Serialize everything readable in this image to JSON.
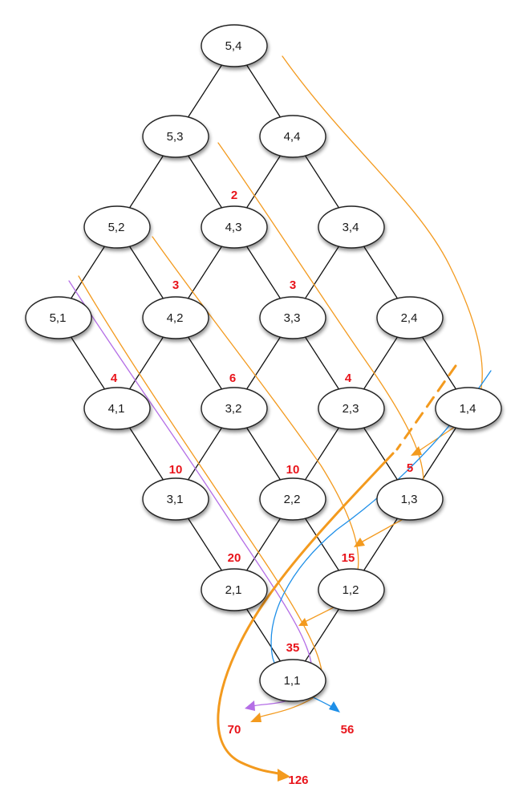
{
  "nodes": [
    {
      "id": "5,4",
      "label": "5,4"
    },
    {
      "id": "5,3",
      "label": "5,3"
    },
    {
      "id": "4,4",
      "label": "4,4"
    },
    {
      "id": "5,2",
      "label": "5,2"
    },
    {
      "id": "4,3",
      "label": "4,3"
    },
    {
      "id": "3,4",
      "label": "3,4"
    },
    {
      "id": "5,1",
      "label": "5,1"
    },
    {
      "id": "4,2",
      "label": "4,2"
    },
    {
      "id": "3,3",
      "label": "3,3"
    },
    {
      "id": "2,4",
      "label": "2,4"
    },
    {
      "id": "4,1",
      "label": "4,1"
    },
    {
      "id": "3,2",
      "label": "3,2"
    },
    {
      "id": "2,3",
      "label": "2,3"
    },
    {
      "id": "1,4",
      "label": "1,4"
    },
    {
      "id": "3,1",
      "label": "3,1"
    },
    {
      "id": "2,2",
      "label": "2,2"
    },
    {
      "id": "1,3",
      "label": "1,3"
    },
    {
      "id": "2,1",
      "label": "2,1"
    },
    {
      "id": "1,2",
      "label": "1,2"
    },
    {
      "id": "1,1",
      "label": "1,1"
    }
  ],
  "edges": [
    [
      "5,4",
      "5,3"
    ],
    [
      "5,4",
      "4,4"
    ],
    [
      "5,3",
      "5,2"
    ],
    [
      "5,3",
      "4,3"
    ],
    [
      "4,4",
      "4,3"
    ],
    [
      "4,4",
      "3,4"
    ],
    [
      "5,2",
      "5,1"
    ],
    [
      "5,2",
      "4,2"
    ],
    [
      "4,3",
      "4,2"
    ],
    [
      "4,3",
      "3,3"
    ],
    [
      "3,4",
      "3,3"
    ],
    [
      "3,4",
      "2,4"
    ],
    [
      "5,1",
      "4,1"
    ],
    [
      "4,2",
      "4,1"
    ],
    [
      "4,2",
      "3,2"
    ],
    [
      "3,3",
      "3,2"
    ],
    [
      "3,3",
      "2,3"
    ],
    [
      "2,4",
      "2,3"
    ],
    [
      "2,4",
      "1,4"
    ],
    [
      "4,1",
      "3,1"
    ],
    [
      "3,2",
      "3,1"
    ],
    [
      "3,2",
      "2,2"
    ],
    [
      "2,3",
      "2,2"
    ],
    [
      "2,3",
      "1,3"
    ],
    [
      "1,4",
      "1,3"
    ],
    [
      "3,1",
      "2,1"
    ],
    [
      "2,2",
      "2,1"
    ],
    [
      "2,2",
      "1,2"
    ],
    [
      "1,3",
      "1,2"
    ],
    [
      "2,1",
      "1,1"
    ],
    [
      "1,2",
      "1,1"
    ]
  ],
  "counts": [
    "2",
    "3",
    "3",
    "4",
    "6",
    "4",
    "10",
    "10",
    "5",
    "20",
    "15",
    "35",
    "70",
    "56",
    "126"
  ],
  "colors": {
    "node_fill": "#ffffff",
    "node_stroke": "#222222",
    "edge": "#111111",
    "count": "#e8141b",
    "path_orange": "#f39a1e",
    "path_purple": "#b46ee6",
    "path_blue": "#1e8fe8"
  }
}
